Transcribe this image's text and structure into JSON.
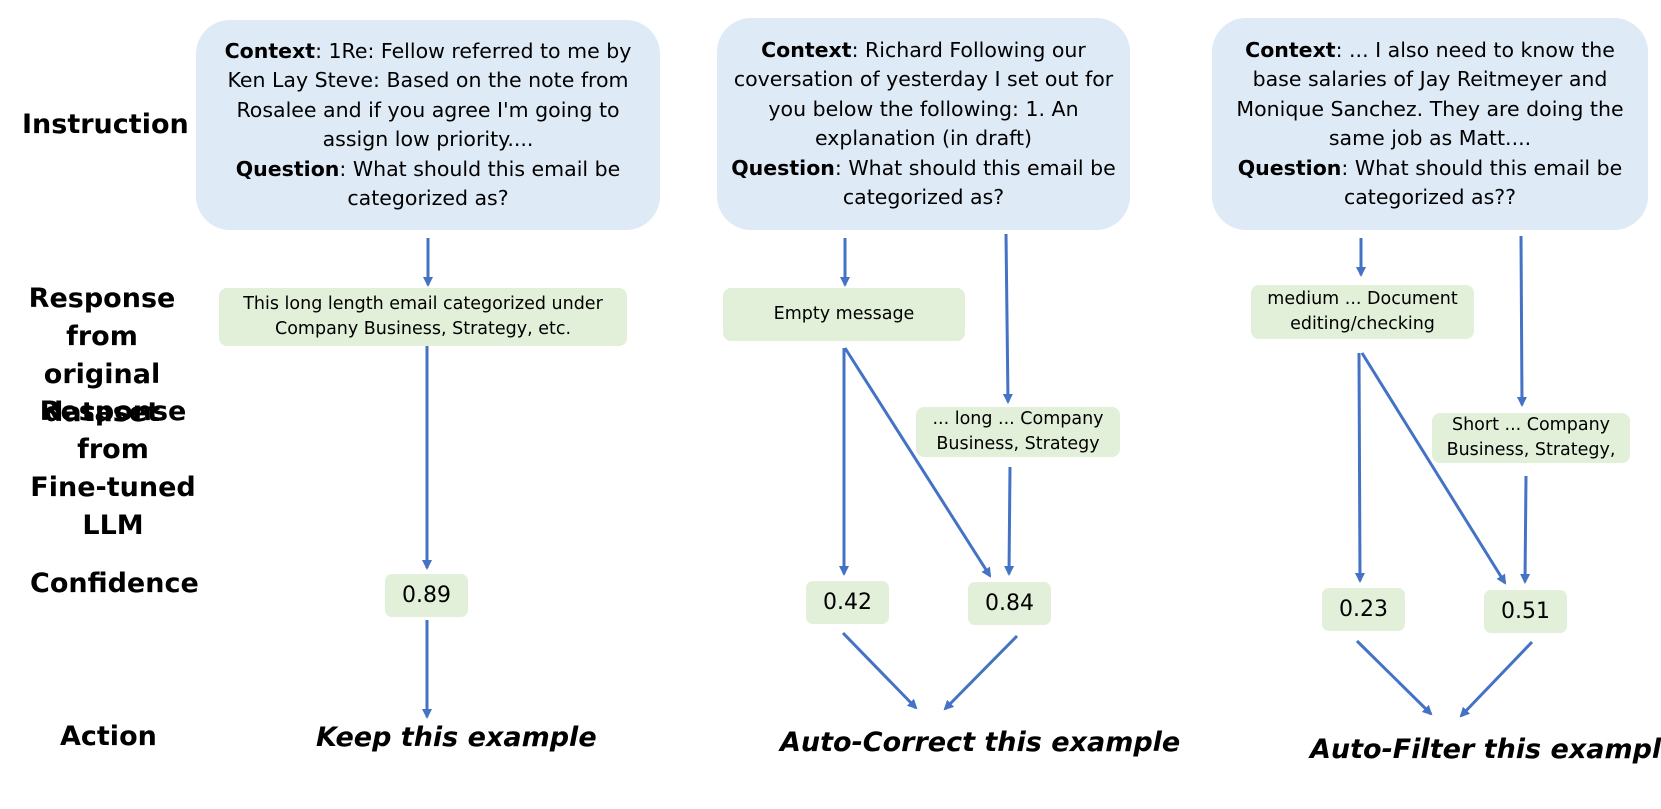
{
  "row_labels": {
    "instruction": "Instruction",
    "response_original_1": "Response from",
    "response_original_2": "original dataset",
    "response_llm_1": "Response from",
    "response_llm_2": "Fine-tuned LLM",
    "confidence": "Confidence",
    "action": "Action"
  },
  "examples": [
    {
      "context_label": "Context",
      "context_lines": [
        ": 1Re: Fellow referred to me by",
        "Ken Lay Steve: Based on the note from",
        "Rosalee and if you agree I'm going to",
        "assign low priority...."
      ],
      "question_label": "Question",
      "question_lines": [
        ": What should this email be",
        "categorized as?"
      ],
      "original_response": [
        "This long length email categorized under",
        "Company Business, Strategy, etc."
      ],
      "confidence": [
        "0.89"
      ],
      "action": "Keep this example"
    },
    {
      "context_label": "Context",
      "context_lines": [
        ": Richard Following our",
        "coversation of yesterday I set out for",
        "you below the following: 1. An",
        "explanation  (in draft)"
      ],
      "question_label": "Question",
      "question_lines": [
        ": What should this email be",
        "categorized as?"
      ],
      "original_response": [
        "Empty message"
      ],
      "llm_response": [
        "... long ... Company",
        "Business, Strategy"
      ],
      "confidence": [
        "0.42",
        "0.84"
      ],
      "action": "Auto-Correct this example"
    },
    {
      "context_label": "Context",
      "context_lines": [
        ":  ... I also need to know the",
        "base salaries of Jay Reitmeyer  and",
        "Monique Sanchez. They are doing the",
        "same job as Matt...."
      ],
      "question_label": "Question",
      "question_lines": [
        ": What should this email be",
        "categorized as??"
      ],
      "original_response": [
        "medium ... Document",
        "editing/checking"
      ],
      "llm_response": [
        "Short ...  Company",
        "Business, Strategy,"
      ],
      "confidence": [
        "0.23",
        "0.51"
      ],
      "action": "Auto-Filter this example"
    }
  ],
  "colors": {
    "context_box": "#deeaf6",
    "response_box": "#e2efd9",
    "arrow": "#4472c4"
  }
}
